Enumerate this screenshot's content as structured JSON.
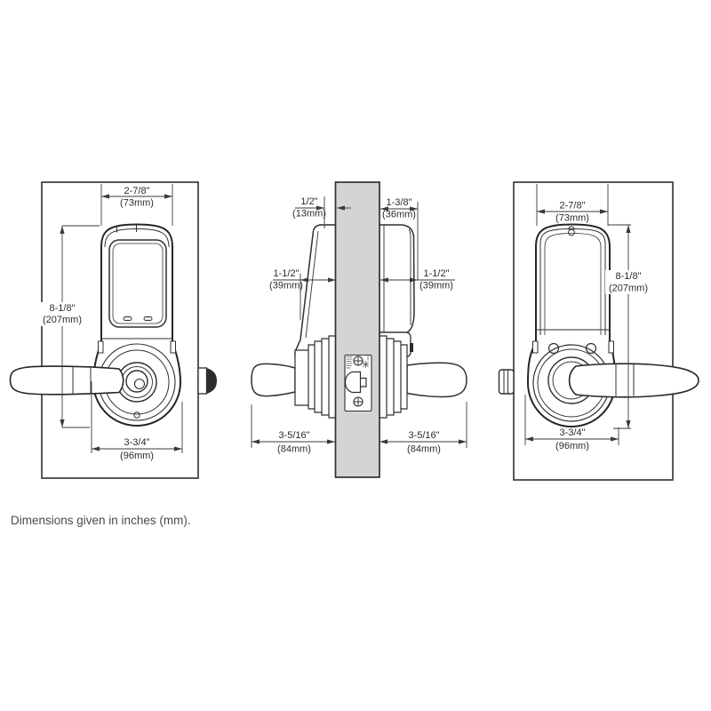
{
  "footer": {
    "note": "Dimensions given in inches (mm)."
  },
  "colors": {
    "line": "#2f2f2f",
    "dimension_line": "#3a3a3a",
    "door_fill": "#d3d5d5",
    "text": "#2b2b2b",
    "note_text": "#4a4a4a"
  },
  "views": {
    "front": {
      "dims": {
        "width_top": {
          "in": "2-7/8\"",
          "mm": "(73mm)"
        },
        "height": {
          "in": "8-1/8\"",
          "mm": "(207mm)"
        },
        "width_bottom": {
          "in": "3-3/4\"",
          "mm": "(96mm)"
        }
      }
    },
    "side": {
      "dims": {
        "front_offset": {
          "in": "1/2\"",
          "mm": "(13mm)"
        },
        "door_thickness": {
          "in": "1-3/8\"",
          "mm": "(36mm)"
        },
        "front_depth": {
          "in": "1-1/2\"",
          "mm": "(39mm)"
        },
        "back_depth": {
          "in": "1-1/2\"",
          "mm": "(39mm)"
        },
        "front_projection": {
          "in": "3-5/16\"",
          "mm": "(84mm)"
        },
        "back_projection": {
          "in": "3-5/16\"",
          "mm": "(84mm)"
        }
      }
    },
    "back": {
      "dims": {
        "width_top": {
          "in": "2-7/8\"",
          "mm": "(73mm)"
        },
        "height": {
          "in": "8-1/8\"",
          "mm": "(207mm)"
        },
        "width_bottom": {
          "in": "3-3/4\"",
          "mm": "(96mm)"
        }
      }
    }
  }
}
